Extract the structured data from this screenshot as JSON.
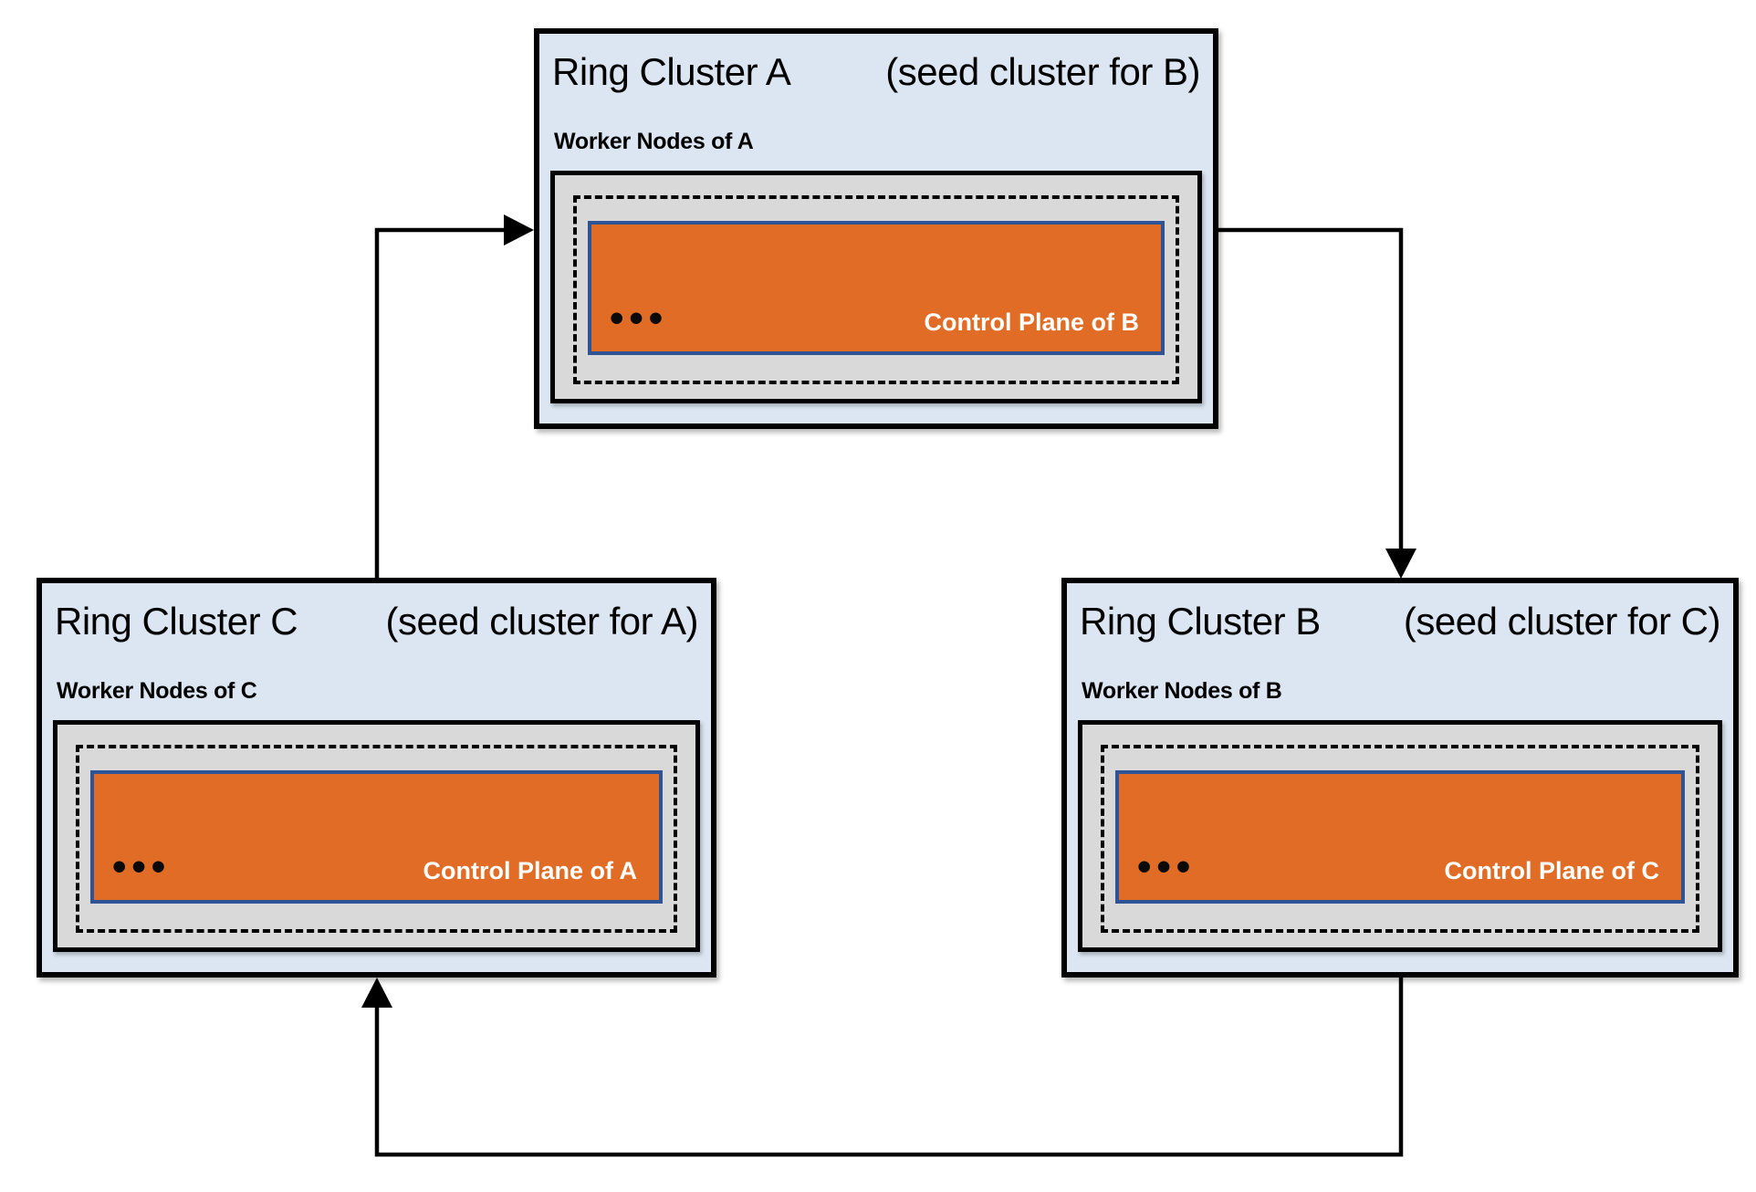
{
  "diagram": {
    "clusters": [
      {
        "id": "A",
        "title": "Ring Cluster A",
        "seed_note": "(seed cluster for B)",
        "worker_label": "Worker Nodes of A",
        "dots": "•••",
        "control_label": "Control Plane of B"
      },
      {
        "id": "C",
        "title": "Ring Cluster C",
        "seed_note": "(seed cluster for A)",
        "worker_label": "Worker Nodes of C",
        "dots": "•••",
        "control_label": "Control Plane of A"
      },
      {
        "id": "B",
        "title": "Ring Cluster B",
        "seed_note": "(seed cluster for C)",
        "worker_label": "Worker Nodes of B",
        "dots": "•••",
        "control_label": "Control Plane of C"
      }
    ],
    "arrows": [
      {
        "from": "C",
        "to": "A"
      },
      {
        "from": "A",
        "to": "B"
      },
      {
        "from": "B",
        "to": "C"
      }
    ],
    "colors": {
      "cluster_bg": "#dbe6f2",
      "node_bg": "#d9d9d9",
      "control_plane_bg": "#e06c26",
      "control_plane_border": "#2f5496",
      "arrow": "#000000",
      "text": "#000000",
      "control_plane_text": "#ffffff",
      "page_bg": "#ffffff"
    }
  }
}
